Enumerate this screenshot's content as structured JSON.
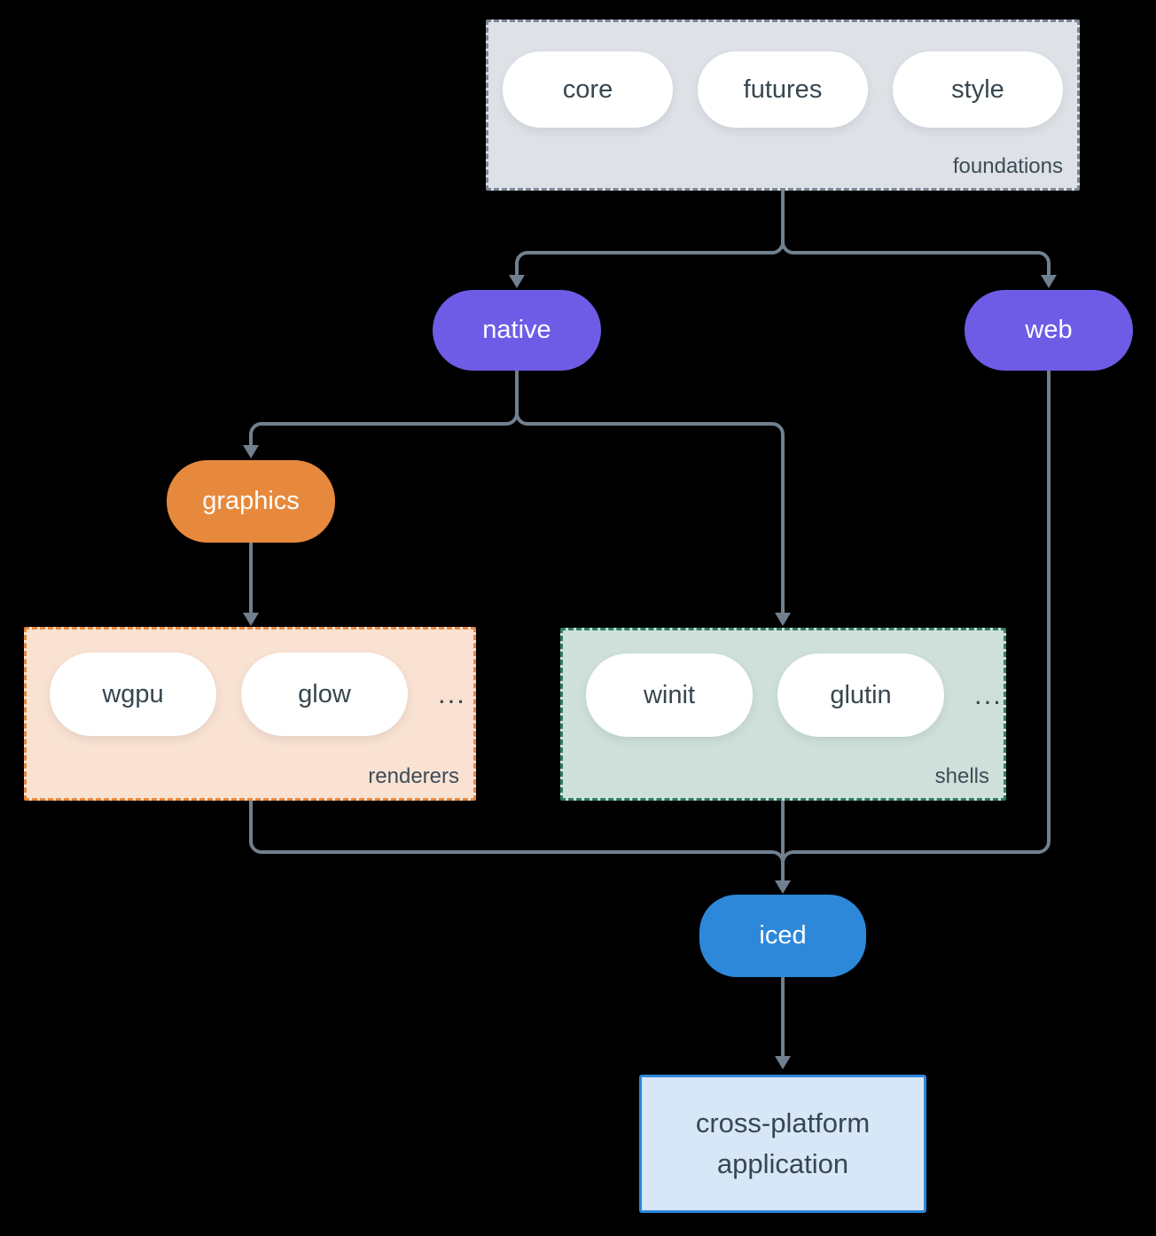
{
  "diagram": {
    "palette": {
      "background": "#000000",
      "connector": "#71808f",
      "pill_background": "#ffffff",
      "pill_text": "#37474f",
      "group_label_text": "#3d4c58",
      "node_text": "#ffffff"
    },
    "groups": {
      "foundations": {
        "label": "foundations",
        "items": [
          "core",
          "futures",
          "style"
        ],
        "fill": "#dee2e7",
        "border": "#7b8795"
      },
      "renderers": {
        "label": "renderers",
        "items": [
          "wgpu",
          "glow"
        ],
        "ellipsis": "...",
        "fill": "#f9e2d2",
        "border": "#e8893f"
      },
      "shells": {
        "label": "shells",
        "items": [
          "winit",
          "glutin"
        ],
        "ellipsis": "...",
        "fill": "#cfe0da",
        "border": "#2e7d68"
      }
    },
    "nodes": {
      "native": {
        "label": "native",
        "fill": "#6e5ce7"
      },
      "web": {
        "label": "web",
        "fill": "#6e5ce7"
      },
      "graphics": {
        "label": "graphics",
        "fill": "#e7893c"
      },
      "iced": {
        "label": "iced",
        "fill": "#2d88da"
      },
      "application": {
        "lines": [
          "cross-platform",
          "application"
        ],
        "fill": "#d7e7f8",
        "border": "#2d88da"
      }
    }
  }
}
